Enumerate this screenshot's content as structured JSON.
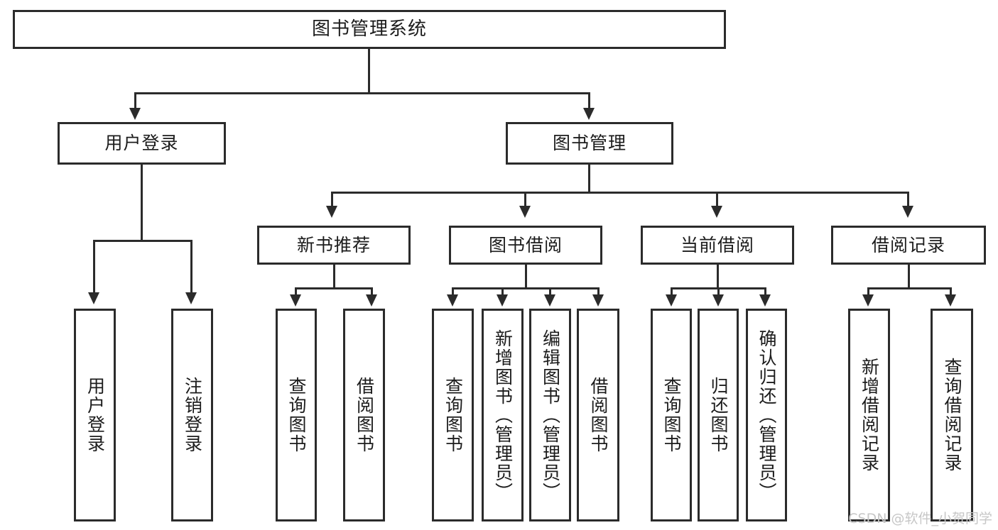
{
  "diagram": {
    "title": "图书管理系统",
    "watermark": "CSDN @软件_小贺同学",
    "root": {
      "label": "图书管理系统"
    },
    "level2": [
      {
        "label": "用户登录"
      },
      {
        "label": "图书管理"
      }
    ],
    "level3": [
      {
        "label": "新书推荐"
      },
      {
        "label": "图书借阅"
      },
      {
        "label": "当前借阅"
      },
      {
        "label": "借阅记录"
      }
    ],
    "leaves": {
      "user_login": [
        {
          "label": "用户登录"
        },
        {
          "label": "注销登录"
        }
      ],
      "new_book_recommend": [
        {
          "label": "查询图书"
        },
        {
          "label": "借阅图书"
        }
      ],
      "book_borrow": [
        {
          "label": "查询图书"
        },
        {
          "label": "新增图书（管理员）"
        },
        {
          "label": "编辑图书（管理员）"
        },
        {
          "label": "借阅图书"
        }
      ],
      "current_borrow": [
        {
          "label": "查询图书"
        },
        {
          "label": "归还图书"
        },
        {
          "label": "确认归还（管理员）"
        }
      ],
      "borrow_record": [
        {
          "label": "新增借阅记录"
        },
        {
          "label": "查询借阅记录"
        }
      ]
    },
    "colors": {
      "stroke": "#2b2b2b",
      "background": "#ffffff",
      "text": "#1c1c1c",
      "watermark": "#c7c7c7"
    }
  }
}
